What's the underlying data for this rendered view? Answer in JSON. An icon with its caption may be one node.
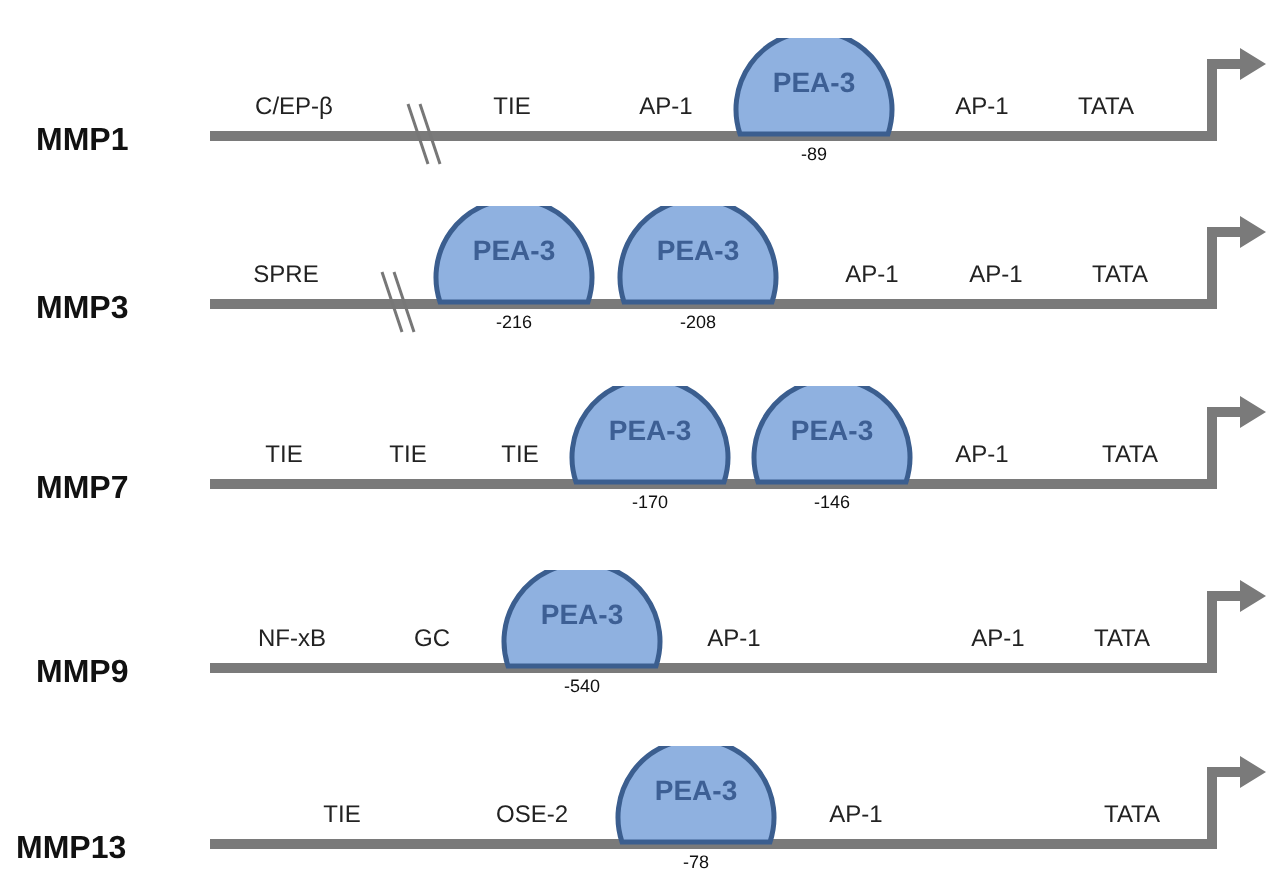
{
  "diagram": {
    "nodes": [
      {
        "text": [
          "PEA-3"
        ],
        "beside": [
          "-89"
        ]
      },
      {
        "text": [
          "PEA-3"
        ],
        "beside": [
          "-216"
        ]
      },
      {
        "text": [
          "PEA-3"
        ],
        "beside": [
          "-208"
        ]
      },
      {
        "text": [
          "PEA-3"
        ],
        "beside": [
          "-170"
        ]
      },
      {
        "text": [
          "PEA-3"
        ],
        "beside": [
          "-146"
        ]
      },
      {
        "text": [
          "PEA-3"
        ],
        "beside": [
          "-540"
        ]
      },
      {
        "text": [
          "PEA-3"
        ],
        "beside": [
          "-78"
        ]
      }
    ],
    "labels": [
      "MMP1",
      "C/EP-β",
      "TIE",
      "AP-1",
      "AP-1",
      "TATA",
      "MMP3",
      "SPRE",
      "AP-1",
      "AP-1",
      "TATA",
      "MMP7",
      "TIE",
      "TIE",
      "TIE",
      "AP-1",
      "TATA",
      "MMP9",
      "NF-xB",
      "GC",
      "AP-1",
      "AP-1",
      "TATA",
      "MMP13",
      "TIE",
      "OSE-2",
      "AP-1",
      "TATA"
    ]
  }
}
